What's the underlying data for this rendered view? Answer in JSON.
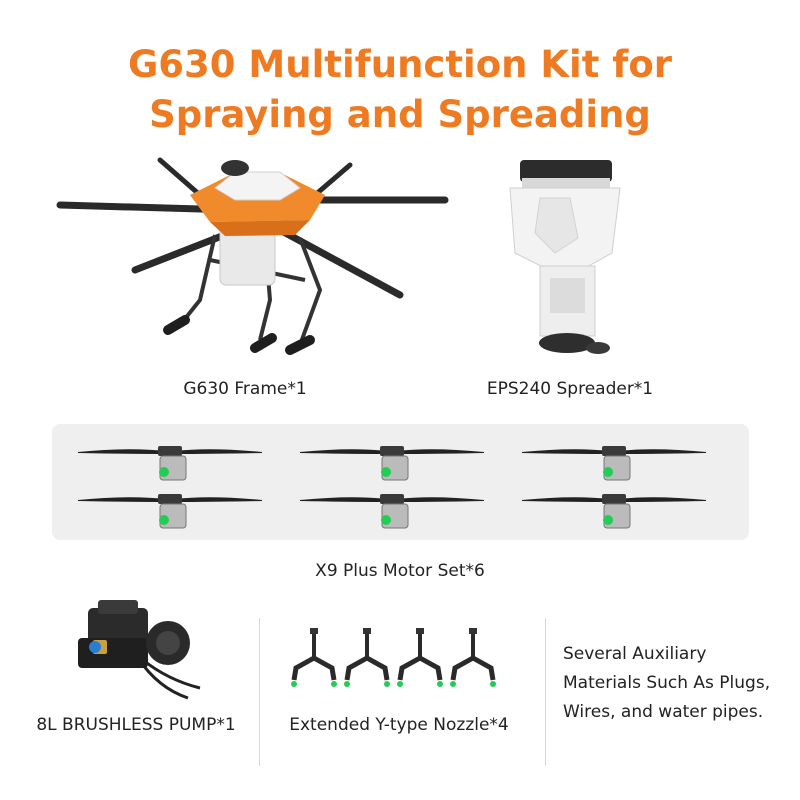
{
  "title": {
    "line1": "G630 Multifunction Kit for",
    "line2": "Spraying and Spreading"
  },
  "items": {
    "frame": "G630 Frame*1",
    "spreader": "EPS240 Spreader*1",
    "motor_set": "X9 Plus Motor Set*6",
    "pump": "8L BRUSHLESS PUMP*1",
    "nozzle": "Extended Y-type Nozzle*4"
  },
  "auxiliary": {
    "line1": "Several Auxiliary",
    "line2": "Materials Such As Plugs,",
    "line3": "Wires, and water pipes."
  },
  "colors": {
    "accent": "#ee7b22",
    "panel": "#efefef",
    "motor_led": "#22cc55"
  },
  "icons": [
    "drone-frame-image",
    "spreader-image",
    "motor-propeller-image",
    "pump-image",
    "nozzle-image"
  ]
}
